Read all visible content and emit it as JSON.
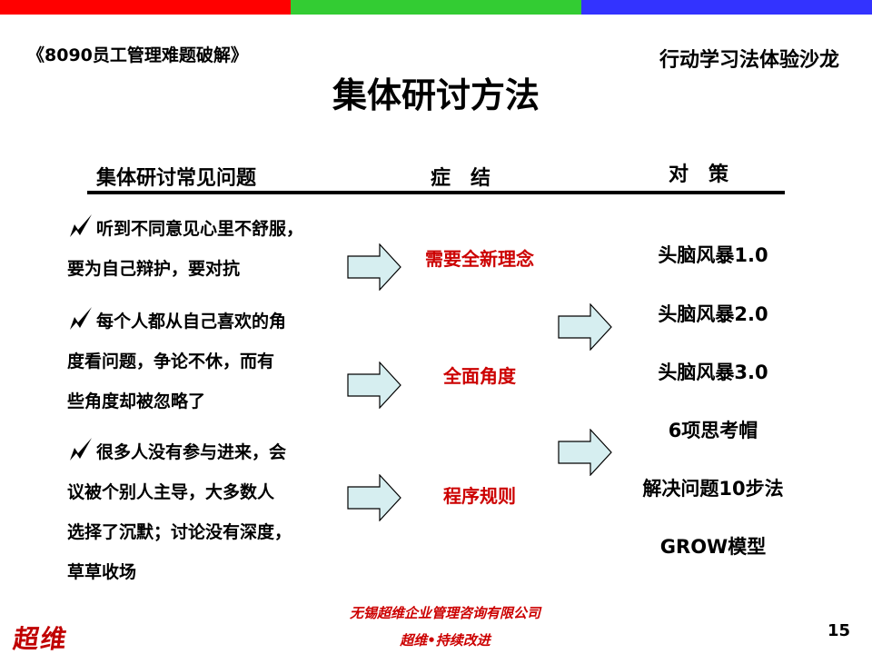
{
  "header": {
    "book_title": "《8090员工管理难题破解》",
    "salon": "行动学习法体验沙龙",
    "title": "集体研讨方法"
  },
  "columns": {
    "problems": "集体研讨常见问题",
    "symptoms": "症　结",
    "strategies": "对　策"
  },
  "problems": [
    {
      "lines": [
        "听到不同意见心里不舒服，",
        "要为自己辩护，要对抗"
      ]
    },
    {
      "lines": [
        "每个人都从自己喜欢的角",
        "度看问题，争论不休，而有",
        "些角度却被忽略了"
      ]
    },
    {
      "lines": [
        "很多人没有参与进来，会",
        "议被个别人主导，大多数人",
        "选择了沉默；讨论没有深度，",
        "草草收场"
      ]
    }
  ],
  "symptoms": [
    "需要全新理念",
    "全面角度",
    "程序规则"
  ],
  "strategies": [
    "头脑风暴1.0",
    "头脑风暴2.0",
    "头脑风暴3.0",
    "6项思考帽",
    "解决问题10步法",
    "GROW模型"
  ],
  "footer": {
    "company": "无锡超维企业管理咨询有限公司",
    "motto": "超维•持续改进",
    "page": "15",
    "logo": "超维"
  },
  "colors": {
    "accent_red": "#cc0000",
    "arrow_fill": "#d6eef0",
    "bar_red": "#ff0000",
    "bar_green": "#33cc33",
    "bar_blue": "#3333ff"
  },
  "icons": {
    "problem_marker": "checkmark-icon",
    "flow_arrow": "right-arrow-icon"
  }
}
